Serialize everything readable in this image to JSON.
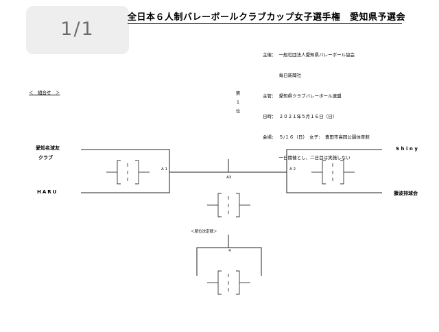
{
  "viewer": {
    "page_indicator": "1/1"
  },
  "header": {
    "title": "全日本６人制バレーボールクラブカップ女子選手権　愛知県予選会"
  },
  "info": {
    "lines": [
      "主催：  一般社団法人愛知県バレーボール協会",
      "　　　  毎日新聞社",
      "主管：  愛知県クラブバレーボール連盟",
      "日時：  ２０２１年５月１６日（日）",
      "会場：  ５/１６（日）　女子：　豊田市高岡公園体育館",
      "　　　  一日開催とし、二日目は実施しない"
    ]
  },
  "bracket": {
    "section_label": "＜　組合せ　＞",
    "rank_label": [
      "第",
      "1",
      "位"
    ],
    "teams": {
      "left_top": [
        "愛知名球友",
        "クラブ"
      ],
      "left_bottom": "HARU",
      "right_top": "Shiny",
      "right_bottom": "藤波排球会"
    },
    "match_labels": {
      "a1": "A 1",
      "a2": "A 2",
      "a3": "A3",
      "placement_num": "4"
    },
    "placement_label": "＜順位決定戦＞",
    "score_marks": "－"
  }
}
